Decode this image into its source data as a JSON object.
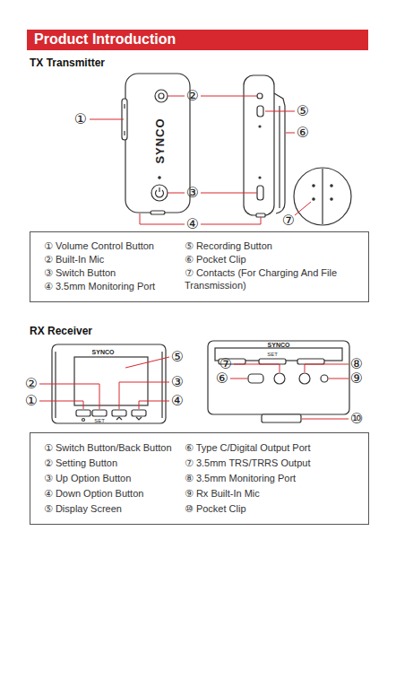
{
  "diagram": {
    "title": "Product Introduction",
    "nodes": [
      {
        "text": [
          "① Volume Control Button",
          "② Built-In Mic",
          "③ Switch Button",
          "④ 3.5mm Monitoring Port",
          "⑤ Recording Button",
          "⑥ Pocket Clip",
          "⑦ Contacts (For Charging And File Transmission)"
        ]
      },
      {
        "text": [
          "① Switch Button/Back Button",
          "② Setting Button",
          "③ Up Option Button",
          "④ Down Option Button",
          "⑤ Display Screen",
          "⑥ Type C/Digital Output Port",
          "⑦ 3.5mm TRS/TRRS Output",
          "⑧ 3.5mm Monitoring Port",
          "⑨ Rx Built-In Mic",
          "⑩ Pocket Clip"
        ]
      }
    ],
    "labels": [
      "TX Transmitter",
      "RX Receiver",
      "①",
      "②",
      "③",
      "④",
      "⑤",
      "⑥",
      "⑦",
      "①",
      "②",
      "③",
      "④",
      "⑤",
      "⑥",
      "⑦",
      "⑧",
      "⑨",
      "⑩",
      "SYNCO",
      "SYNCO",
      "SET",
      "SYNCO",
      "SET"
    ]
  }
}
